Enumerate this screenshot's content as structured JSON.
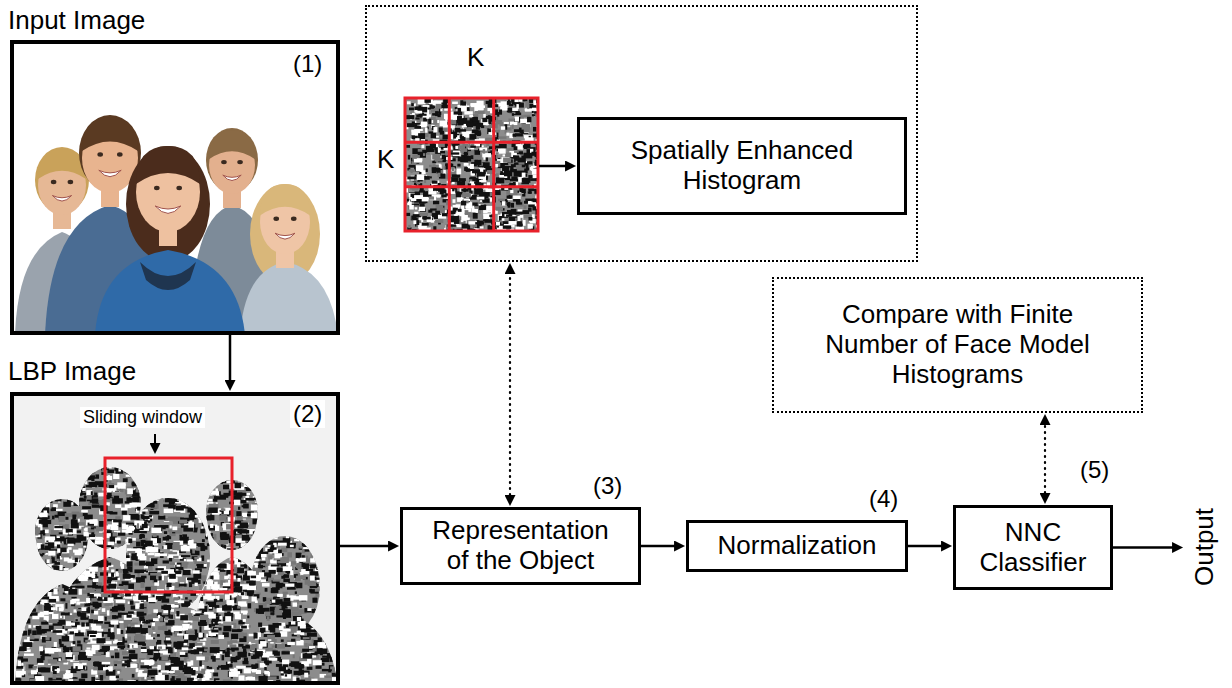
{
  "diagram": {
    "nodes": [
      {
        "text": [
          "Input Image",
          "(1)"
        ]
      },
      {
        "text": [
          "K",
          "K"
        ]
      },
      {
        "text": [
          "Spatially Enhanced Histogram"
        ],
        "in": 1
      },
      {
        "text": [
          "Compare with Finite Number of Face Model Histograms"
        ]
      },
      {
        "text": [
          "LBP Image",
          "(2)"
        ]
      },
      {
        "text": [
          "(3)",
          "Representation of the Object"
        ]
      },
      {
        "text": [
          "(4)",
          "Normalization"
        ]
      },
      {
        "text": [
          "(5)",
          "NNC Classifier"
        ]
      }
    ],
    "edges": [
      {
        "from": 0,
        "to": 4,
        "arrow": "to"
      },
      {
        "from": 4,
        "to": 5,
        "arrow": "to"
      },
      {
        "from": 5,
        "to": 1,
        "arrow": "both"
      },
      {
        "from": 5,
        "to": 6,
        "arrow": "to"
      },
      {
        "from": 6,
        "to": 7,
        "arrow": "to"
      },
      {
        "from": 7,
        "to": 3,
        "arrow": "both"
      }
    ],
    "labels": [
      "Sliding window",
      "Output"
    ]
  }
}
